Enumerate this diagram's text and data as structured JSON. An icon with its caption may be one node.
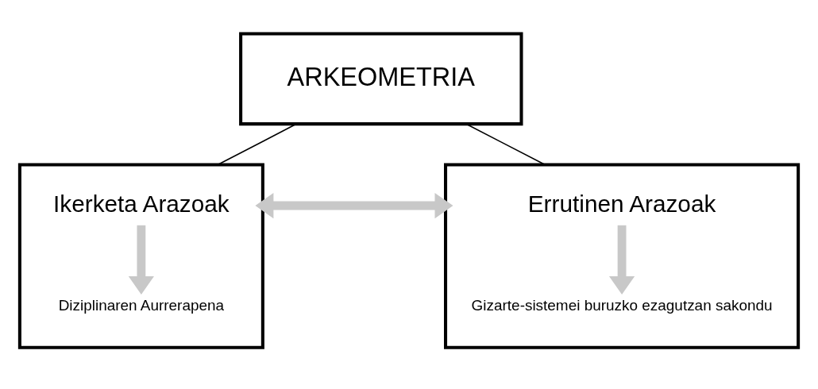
{
  "diagram": {
    "nodes": [
      {
        "text": [
          "ARKEOMETRIA"
        ]
      },
      {
        "text": [],
        "shape": "box"
      },
      {
        "text": [
          "Ikerketa Arazoak"
        ],
        "in": 1
      },
      {
        "text": [
          "Diziplinaren Aurrerapena"
        ],
        "in": 1
      },
      {
        "text": [],
        "shape": "box"
      },
      {
        "text": [
          "Errutinen Arazoak"
        ],
        "in": 4
      },
      {
        "text": [
          "Gizarte-sistemei buruzko ezagutzan sakondu"
        ],
        "in": 4
      }
    ],
    "edges": [
      {
        "from": 0,
        "to": 1,
        "arrow": "none",
        "color": "#000000"
      },
      {
        "from": 0,
        "to": 4,
        "arrow": "none",
        "color": "#000000"
      },
      {
        "from": 1,
        "to": 4,
        "arrow": "both"
      },
      {
        "from": 2,
        "to": 3,
        "arrow": "to"
      },
      {
        "from": 5,
        "to": 6,
        "arrow": "to"
      }
    ]
  }
}
